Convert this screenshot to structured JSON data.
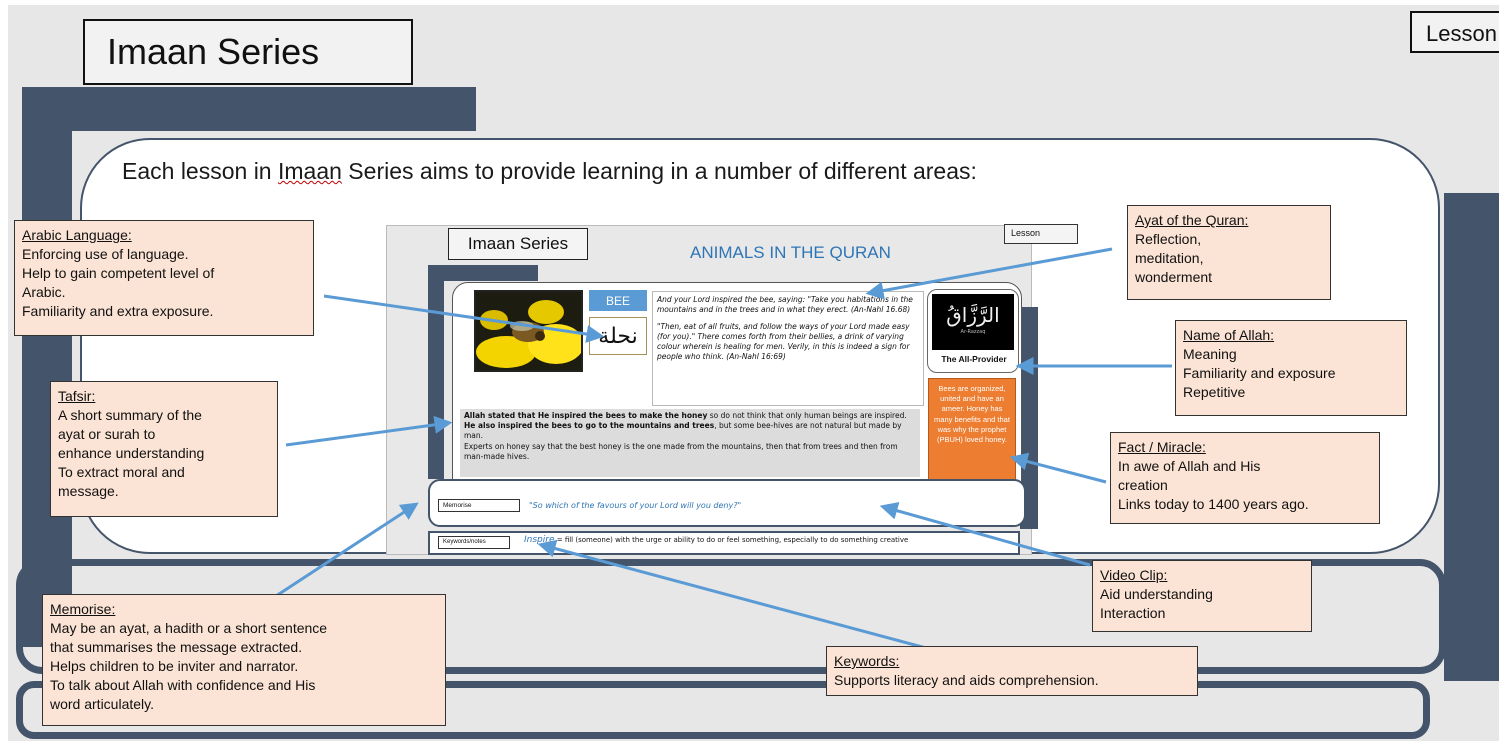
{
  "header": {
    "title": "Imaan Series",
    "lesson_tab": "Lesson"
  },
  "intro": {
    "before": "Each lesson in ",
    "underlined": "Imaan",
    "after": " Series aims to provide learning in a number of different areas:"
  },
  "slide": {
    "series_title": "Imaan Series",
    "heading": "ANIMALS IN THE QURAN",
    "lesson_tab": "Lesson",
    "bee_label": "BEE",
    "bee_arabic": "نحلة",
    "ayat_1": "And your Lord inspired the bee, saying: \"Take you habitations in the mountains and in the trees and in what they erect. (An-Nahl 16.68)",
    "ayat_2": "\"Then, eat of all fruits, and follow the ways of your Lord made easy (for you).\" There comes forth from their bellies, a drink of varying colour wherein is healing for men. Verily, in this is indeed a sign for people who think. (An-Nahl 16:69)",
    "allah_name_arabic": "الرَّزَّاقُ",
    "allah_name_translit": "Ar-Razzaq",
    "allah_name_english": "The All-Provider",
    "tafsir_1": "Allah stated that He inspired the bees to make the honey",
    "tafsir_2": " so do not think that only human beings are inspired. ",
    "tafsir_3": "He also inspired the bees to go to the mountains and trees",
    "tafsir_4": ", but some bee-hives are not natural but made by man.",
    "tafsir_5": "Experts on honey say that the best honey is the one made from the mountains, then that from trees and then from man-made hives.",
    "fact": "Bees are organized, united and have an ameer. Honey has many benefits and that was why the prophet (PBUH) loved honey.",
    "memorise_label": "Memorise",
    "memorise_quote": "\"So which of the favours of your Lord will you deny?\"",
    "keywords_label": "Keywords/notes",
    "keyword": "Inspire",
    "keyword_def": " = fill (someone) with the urge or ability to do or feel something, especially to do something creative"
  },
  "callouts": {
    "arabic": {
      "heading": "Arabic Language:",
      "lines": [
        "Enforcing use of language.",
        "Help to gain competent level of",
        "Arabic.",
        "Familiarity and extra exposure."
      ]
    },
    "tafsir": {
      "heading": "Tafsir:",
      "lines": [
        "A short summary of the",
        "ayat or surah to",
        "enhance understanding",
        "To extract moral and",
        "message."
      ]
    },
    "ayat": {
      "heading": "Ayat of the Quran:",
      "lines": [
        "Reflection,",
        "meditation,",
        "wonderment"
      ]
    },
    "name_of_allah": {
      "heading": "Name of Allah:",
      "lines": [
        "Meaning",
        "Familiarity and exposure",
        "Repetitive"
      ]
    },
    "fact": {
      "heading": "Fact / Miracle:",
      "lines": [
        "In awe of Allah and His",
        "creation",
        "Links today to 1400 years ago."
      ]
    },
    "video": {
      "heading": "Video Clip:",
      "lines": [
        "Aid understanding",
        "Interaction"
      ]
    },
    "memorise": {
      "heading": "Memorise:",
      "lines": [
        "May be an ayat, a hadith or a short sentence",
        "that summarises the message extracted.",
        "Helps children to be inviter and narrator.",
        "To talk about Allah with confidence and His",
        "word articulately."
      ]
    },
    "keywords": {
      "heading": "Keywords:",
      "lines": [
        "Supports literacy and aids comprehension."
      ]
    }
  },
  "colors": {
    "frame": "#44546a",
    "callout_fill": "#fbe4d5",
    "arrow": "#5b9bd5",
    "orange": "#ed7d31"
  }
}
